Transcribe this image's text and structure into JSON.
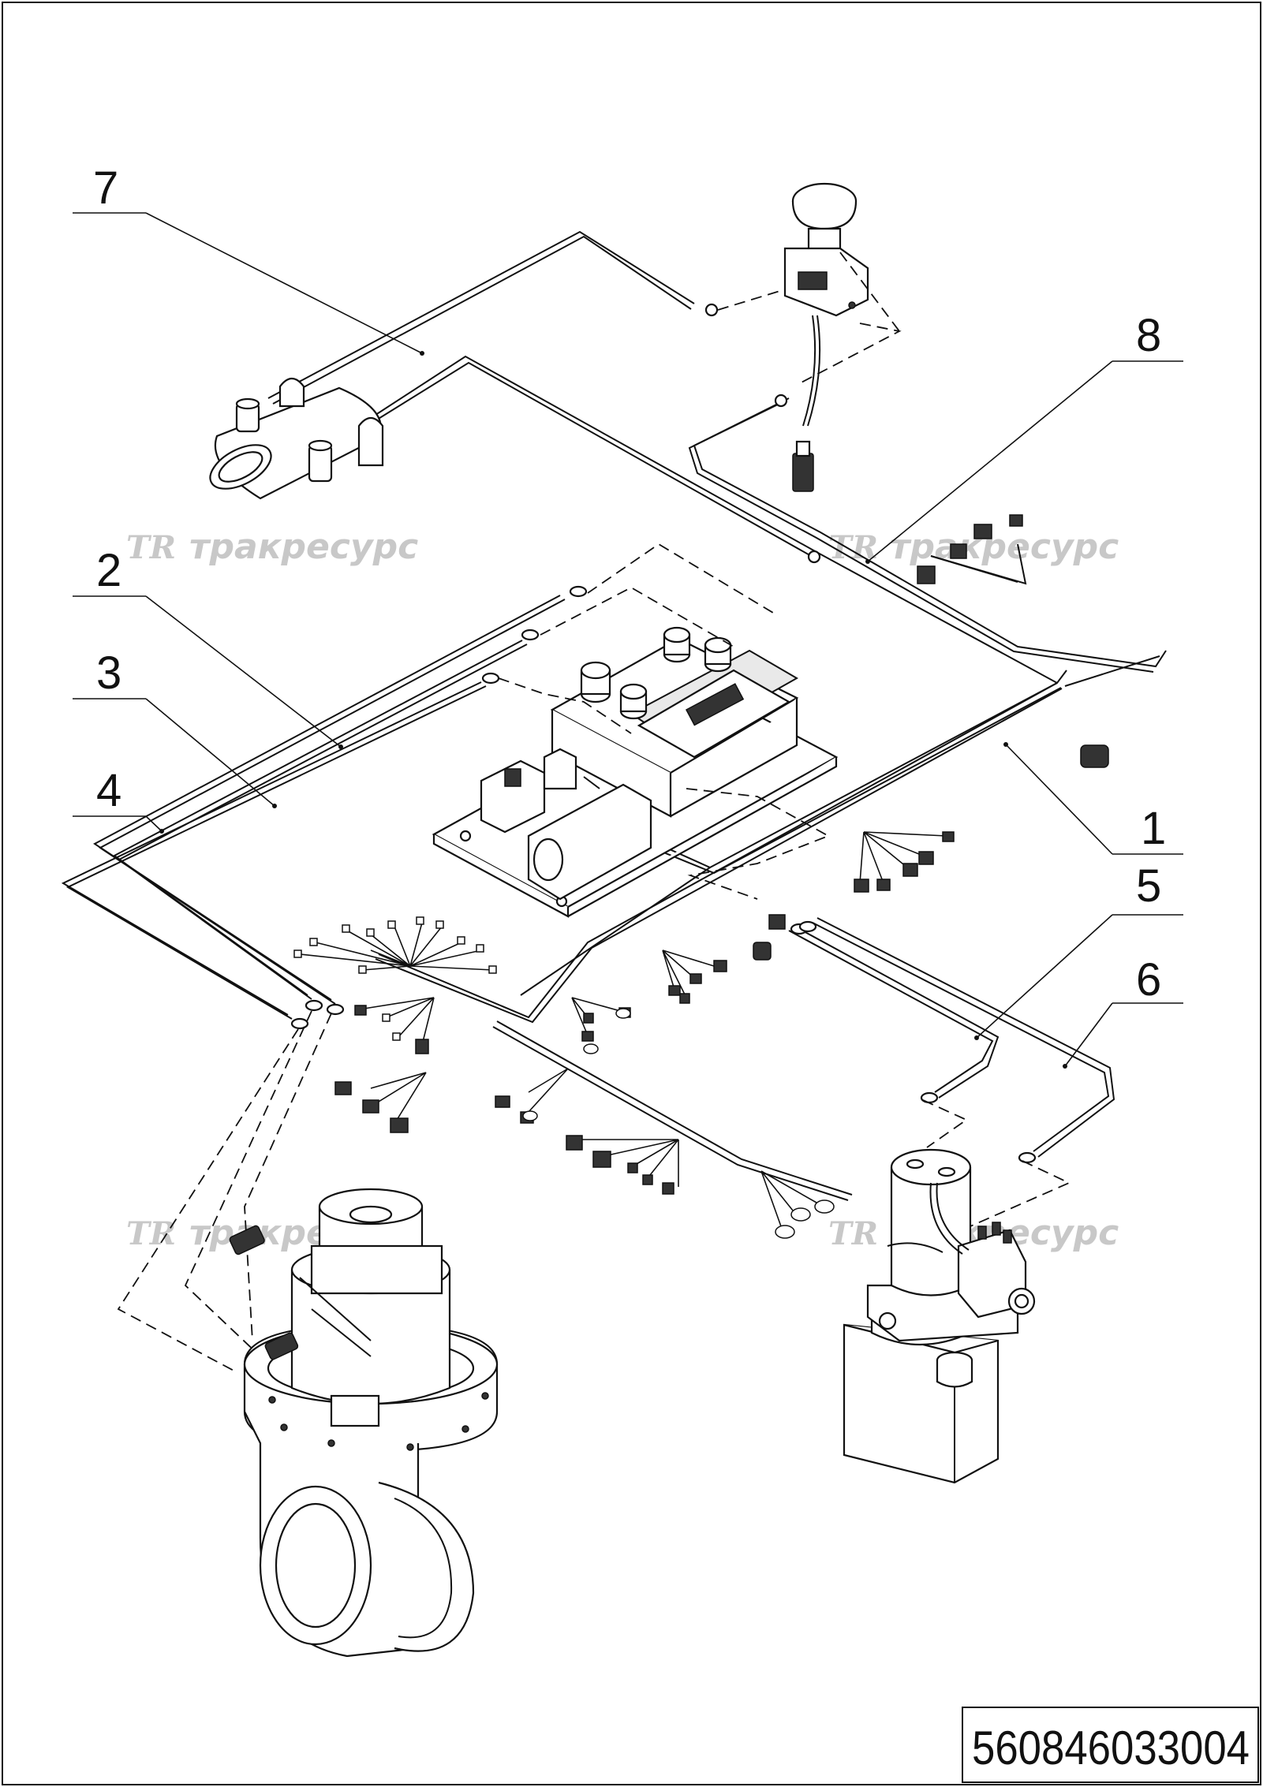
{
  "drawing": {
    "document_number": "560846033004",
    "watermark_text": "тракресурс",
    "watermark_logo": "TR"
  },
  "callouts": [
    {
      "id": "7",
      "label": "7"
    },
    {
      "id": "8",
      "label": "8"
    },
    {
      "id": "2",
      "label": "2"
    },
    {
      "id": "3",
      "label": "3"
    },
    {
      "id": "4",
      "label": "4"
    },
    {
      "id": "1",
      "label": "1"
    },
    {
      "id": "5",
      "label": "5"
    },
    {
      "id": "6",
      "label": "6"
    }
  ],
  "colors": {
    "line": "#111111",
    "watermark": "#c8c8c8",
    "background": "#ffffff"
  }
}
